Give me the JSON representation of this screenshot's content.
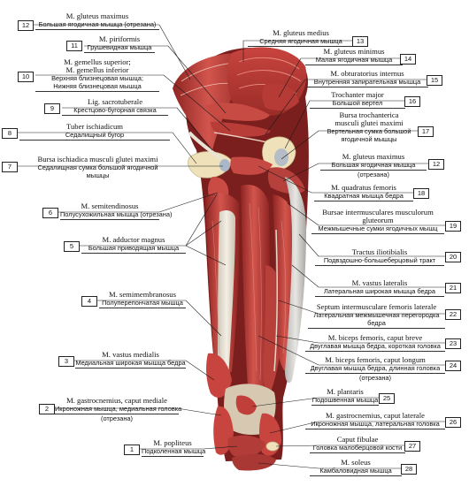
{
  "labels": [
    {
      "num": "12",
      "lat": "M. gluteus maximus",
      "ru": [
        "Большая ягодичная мышца (отрезана)"
      ]
    },
    {
      "num": "11",
      "lat": "M. piriformis",
      "ru": [
        "Грушевидная мышца"
      ]
    },
    {
      "num": "10",
      "lat": "M. gemellus superior;",
      "lat2": "M. gemellus inferior",
      "ru": [
        "Верхняя близнецовая мышца;",
        "Нижняя близнецовая мышца"
      ]
    },
    {
      "num": "9",
      "lat": "Lig. sacrotuberale",
      "ru": [
        "Крестцово-бугорная связка"
      ]
    },
    {
      "num": "8",
      "lat": "Tuber ischiadicum",
      "ru": [
        "Седалищный бугор"
      ]
    },
    {
      "num": "7",
      "lat": "Bursa ischiadica musculi glutei maximi",
      "ru": [
        "Седалищная сумка большой ягодичной",
        "мышцы"
      ]
    },
    {
      "num": "6",
      "lat": "M. semitendinosus",
      "ru": [
        "Полусухожильная мышца (отрезана)"
      ]
    },
    {
      "num": "5",
      "lat": "M. adductor magnus",
      "ru": [
        "Большая приводящая мышца"
      ]
    },
    {
      "num": "4",
      "lat": "M. semimembranosus",
      "ru": [
        "Полуперепончатая мышца"
      ]
    },
    {
      "num": "3",
      "lat": "M. vastus medialis",
      "ru": [
        "Медиальная широкая мышца бедра"
      ]
    },
    {
      "num": "2",
      "lat": "M. gastrocnemius, caput mediale",
      "ru": [
        "Икроножная мышца, медиальная головка",
        "(отрезана)"
      ]
    },
    {
      "num": "1",
      "lat": "M. popliteus",
      "ru": [
        "Подколенная мышца"
      ]
    },
    {
      "num": "13",
      "lat": "M. gluteus medius",
      "ru": [
        "Средняя ягодичная мышца"
      ]
    },
    {
      "num": "14",
      "lat": "M. gluteus minimus",
      "ru": [
        "Малая ягодичная мышца"
      ]
    },
    {
      "num": "15",
      "lat": "M. obturatorius internus",
      "ru": [
        "Внутренняя запирательная мышца"
      ]
    },
    {
      "num": "16",
      "lat": "Trochanter major",
      "ru": [
        "Большой вертел"
      ]
    },
    {
      "num": "17",
      "lat": "Bursa trochanterica",
      "lat2": "musculi glutei maximi",
      "ru": [
        "Вертельная сумка большой",
        "ягодичной мышцы"
      ]
    },
    {
      "num": "12",
      "lat": "M. gluteus maximus",
      "ru": [
        "Большая ягодичная мышца",
        "(отрезана)"
      ]
    },
    {
      "num": "18",
      "lat": "M. quadratus femoris",
      "ru": [
        "Квадратная мышца бедра"
      ]
    },
    {
      "num": "19",
      "lat": "Bursae intermusculares musculorum",
      "lat2": "gluteorum",
      "ru": [
        "Межмышечные сумки ягодичных мышц"
      ]
    },
    {
      "num": "20",
      "lat": "Tractus iliotibialis",
      "ru": [
        "Подвздошно-большеберцовый тракт"
      ]
    },
    {
      "num": "21",
      "lat": "M. vastus lateralis",
      "ru": [
        "Латеральная широкая мышца бедра"
      ]
    },
    {
      "num": "22",
      "lat": "Septum intermusculare femoris laterale",
      "ru": [
        "Латеральная межмышечная перегородка",
        "бедра"
      ]
    },
    {
      "num": "23",
      "lat": "M. biceps femoris, caput breve",
      "ru": [
        "Двуглавая мышца бедра, короткая головка"
      ]
    },
    {
      "num": "24",
      "lat": "M. biceps femoris, caput longum",
      "ru": [
        "Двуглавая мышца бедра, длинная головка",
        "(отрезана)"
      ]
    },
    {
      "num": "25",
      "lat": "M. plantaris",
      "ru": [
        "Подошвенная мышца"
      ]
    },
    {
      "num": "26",
      "lat": "M. gastrocnemius, caput laterale",
      "ru": [
        "Икроножная мышца, латеральная головка"
      ]
    },
    {
      "num": "27",
      "lat": "Caput fibulae",
      "ru": [
        "Головка малоберцовой кости"
      ]
    },
    {
      "num": "28",
      "lat": "M. soleus",
      "ru": [
        "Камбаловидная мышца"
      ]
    }
  ],
  "colors": {
    "muscle": "#c8443f",
    "muscle_dark": "#8e2422",
    "tendon": "#e9e3d6",
    "bone": "#efe2bb",
    "bursa": "#aab7c8",
    "line": "#1a1a1a"
  }
}
